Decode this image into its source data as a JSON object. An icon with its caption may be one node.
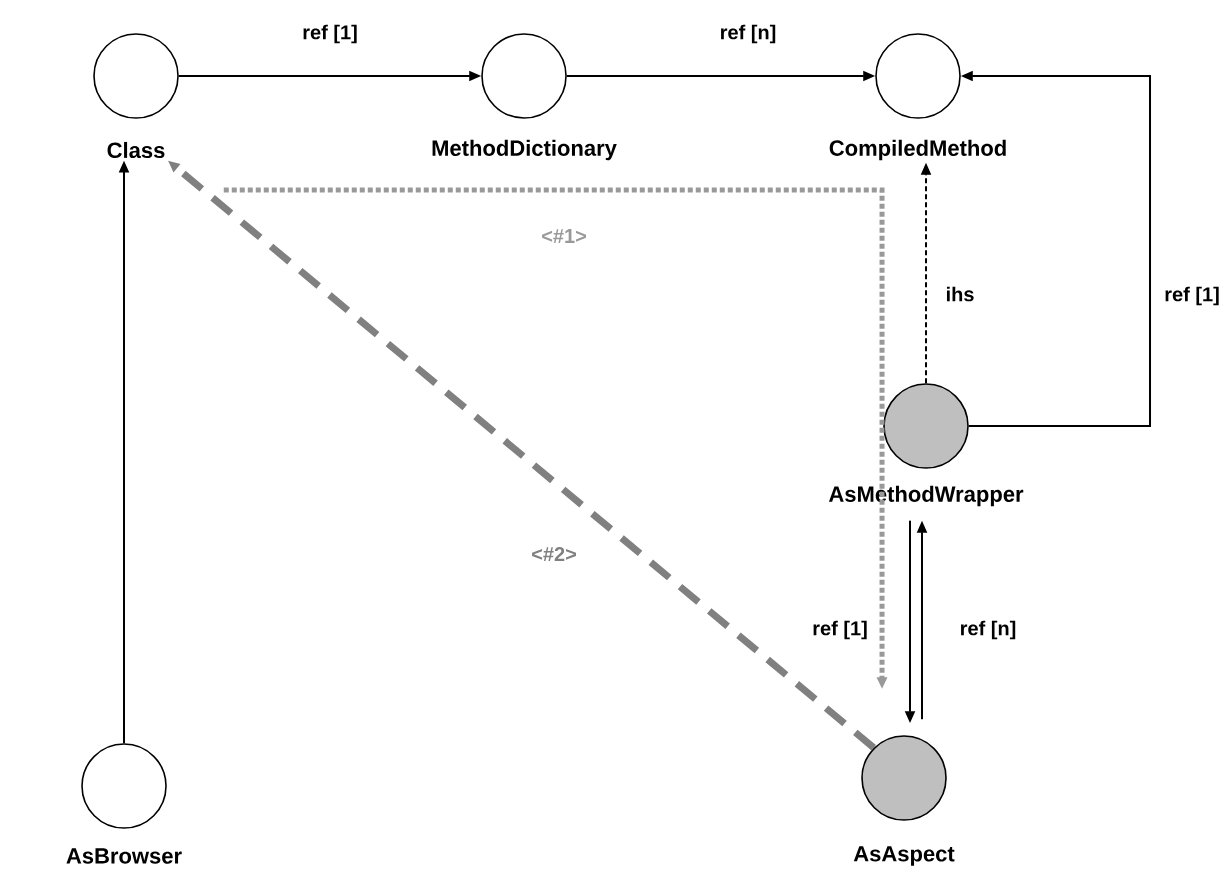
{
  "diagram": {
    "nodes": [
      {
        "text": [
          "Class"
        ]
      },
      {
        "text": [
          "MethodDictionary"
        ]
      },
      {
        "text": [
          "CompiledMethod"
        ]
      },
      {
        "text": [
          "AsMethodWrapper"
        ]
      },
      {
        "text": [
          "AsBrowser"
        ]
      },
      {
        "text": [
          "AsAspect"
        ]
      }
    ],
    "edges": [
      {
        "from": 0,
        "to": 1,
        "arrow": "to",
        "label": "ref [1]"
      },
      {
        "from": 1,
        "to": 2,
        "arrow": "to",
        "label": "ref [n]"
      },
      {
        "from": 3,
        "to": 2,
        "arrow": "to",
        "label": "ref [1]"
      },
      {
        "from": 3,
        "to": 2,
        "arrow": "to",
        "label": "ihs",
        "style": "dashed"
      },
      {
        "from": 4,
        "to": 0,
        "arrow": "to"
      },
      {
        "from": 0,
        "to": 5,
        "arrow": "to",
        "label": "<#1>",
        "style": "dashed",
        "color": "#999999"
      },
      {
        "from": 5,
        "to": 0,
        "arrow": "to",
        "label": "<#2>",
        "style": "dashed",
        "color": "#808080"
      },
      {
        "from": 3,
        "to": 5,
        "arrow": "to",
        "label": "ref [1]"
      },
      {
        "from": 5,
        "to": 3,
        "arrow": "to",
        "label": "ref [n]"
      }
    ]
  }
}
